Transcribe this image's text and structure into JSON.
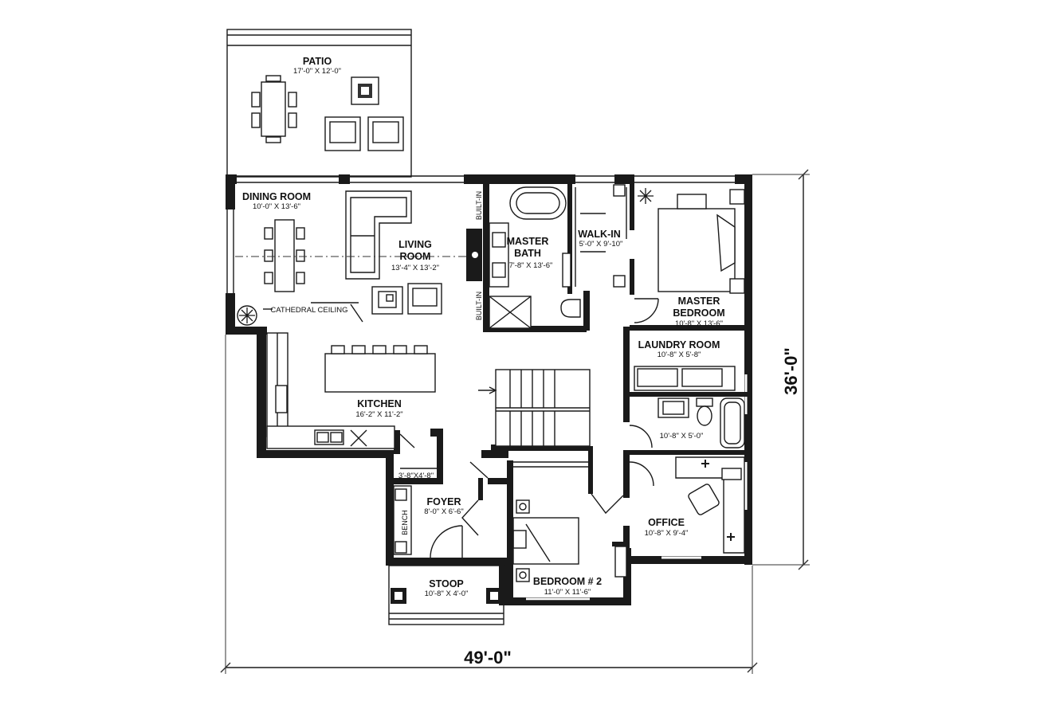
{
  "rooms": {
    "patio": {
      "name": "PATIO",
      "size": "17'-0\" X 12'-0\""
    },
    "dining": {
      "name": "DINING ROOM",
      "size": "10'-0\" X 13'-6\""
    },
    "living": {
      "name1": "LIVING",
      "name2": "ROOM",
      "size": "13'-4\" X 13'-2\""
    },
    "master_bath": {
      "name1": "MASTER",
      "name2": "BATH",
      "size": "7'-8\" X 13'-6\""
    },
    "walk_in": {
      "name": "WALK-IN",
      "size": "5'-0\" X 9'-10\""
    },
    "master_bedroom": {
      "name1": "MASTER",
      "name2": "BEDROOM",
      "size": "10'-8\" X 13'-6\""
    },
    "laundry": {
      "name": "LAUNDRY ROOM",
      "size": "10'-8\" X 5'-8\""
    },
    "bath2": {
      "size": "10'-8\" X 5'-0\""
    },
    "kitchen": {
      "name": "KITCHEN",
      "size": "16'-2\" X 11'-2\""
    },
    "closet": {
      "size": "3'-8\"X4'-8\""
    },
    "foyer": {
      "name": "FOYER",
      "size": "8'-0\" X 6'-6\""
    },
    "office": {
      "name": "OFFICE",
      "size": "10'-8\" X 9'-4\""
    },
    "bedroom2": {
      "name": "BEDROOM # 2",
      "size": "11'-0\" X 11'-6\""
    },
    "stoop": {
      "name": "STOOP",
      "size": "10'-8\" X 4'-0\""
    }
  },
  "notes": {
    "cathedral": "CATHEDRAL CEILING",
    "builtin_top": "BUILT-IN",
    "builtin_bottom": "BUILT-IN",
    "bench": "BENCH"
  },
  "dimensions": {
    "width": "49'-0\"",
    "depth": "36'-0\""
  }
}
